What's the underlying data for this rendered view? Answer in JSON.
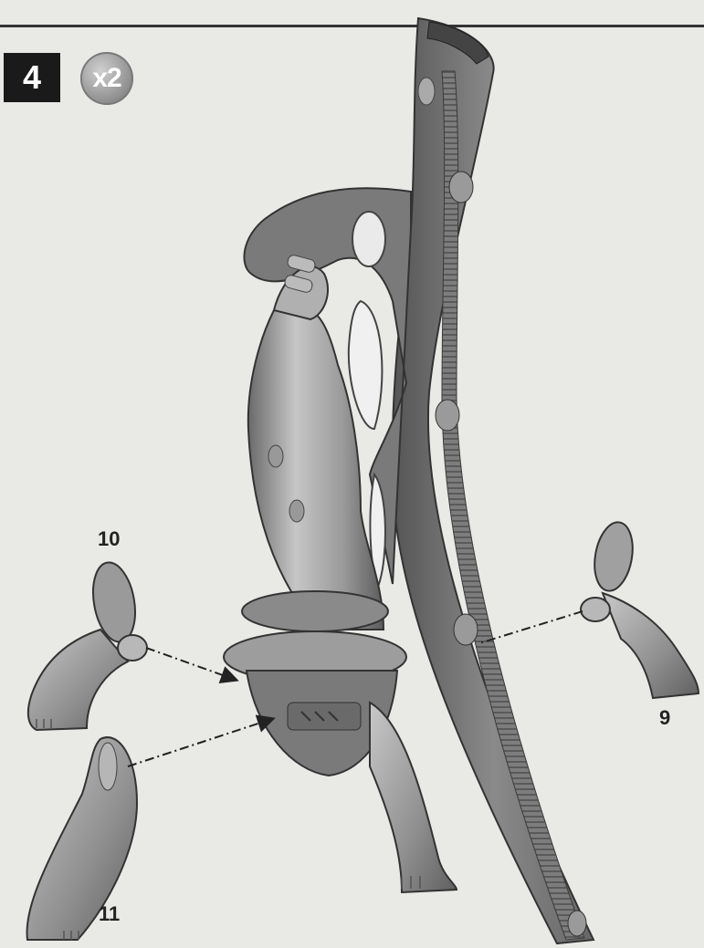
{
  "step": {
    "number": "4",
    "quantity": "x2"
  },
  "parts": [
    {
      "id": "part-10",
      "label": "10"
    },
    {
      "id": "part-9",
      "label": "9"
    },
    {
      "id": "part-11",
      "label": "11"
    }
  ],
  "colors": {
    "model_light": "#b9b9b9",
    "model_mid": "#8e8e8e",
    "model_dark": "#5e5e5e",
    "background": "#e9e9e6"
  }
}
